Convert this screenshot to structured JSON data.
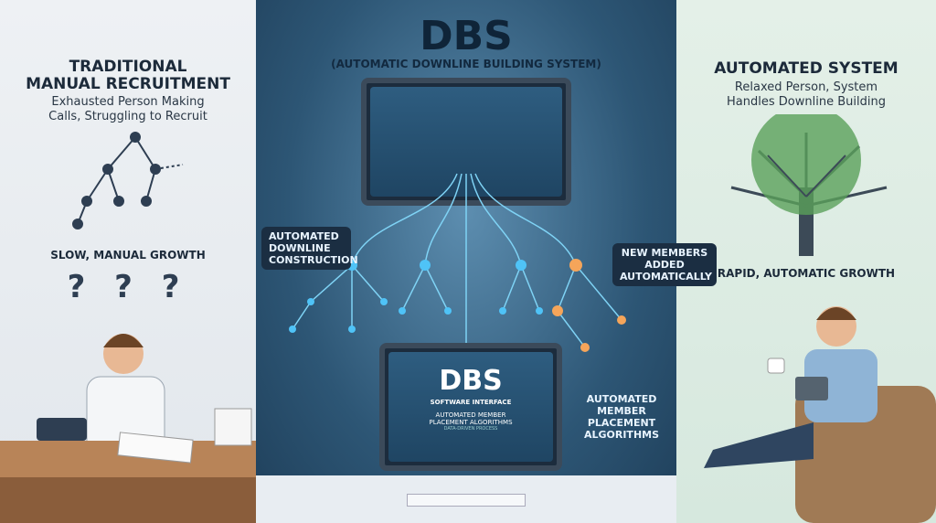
{
  "left": {
    "title_line1": "TRADITIONAL",
    "title_line2": "MANUAL RECRUITMENT",
    "subtitle_line1": "Exhausted Person Making",
    "subtitle_line2": "Calls, Struggling to Recruit",
    "growth_label": "SLOW, MANUAL GROWTH"
  },
  "center": {
    "title": "DBS",
    "subtitle": "(AUTOMATIC DOWNLINE BUILDING SYSTEM)",
    "label_construction": "AUTOMATED DOWNLINE CONSTRUCTION",
    "label_new_members": "NEW MEMBERS ADDED AUTOMATICALLY",
    "label_placement": "AUTOMATED MEMBER PLACEMENT ALGORITHMS",
    "screen": {
      "title": "DBS",
      "line1": "SOFTWARE INTERFACE",
      "line2": "AUTOMATED MEMBER",
      "line3": "PLACEMENT ALGORITHMS",
      "line4": "DATA-DRIVEN PROCESS"
    }
  },
  "right": {
    "title": "AUTOMATED SYSTEM",
    "subtitle_line1": "Relaxed Person, System",
    "subtitle_line2": "Handles Downline Building",
    "growth_label": "RAPID, AUTOMATIC GROWTH"
  },
  "colors": {
    "accent": "#4fc3f7",
    "orange": "#f5a55a",
    "tree": "#5aa05a"
  }
}
